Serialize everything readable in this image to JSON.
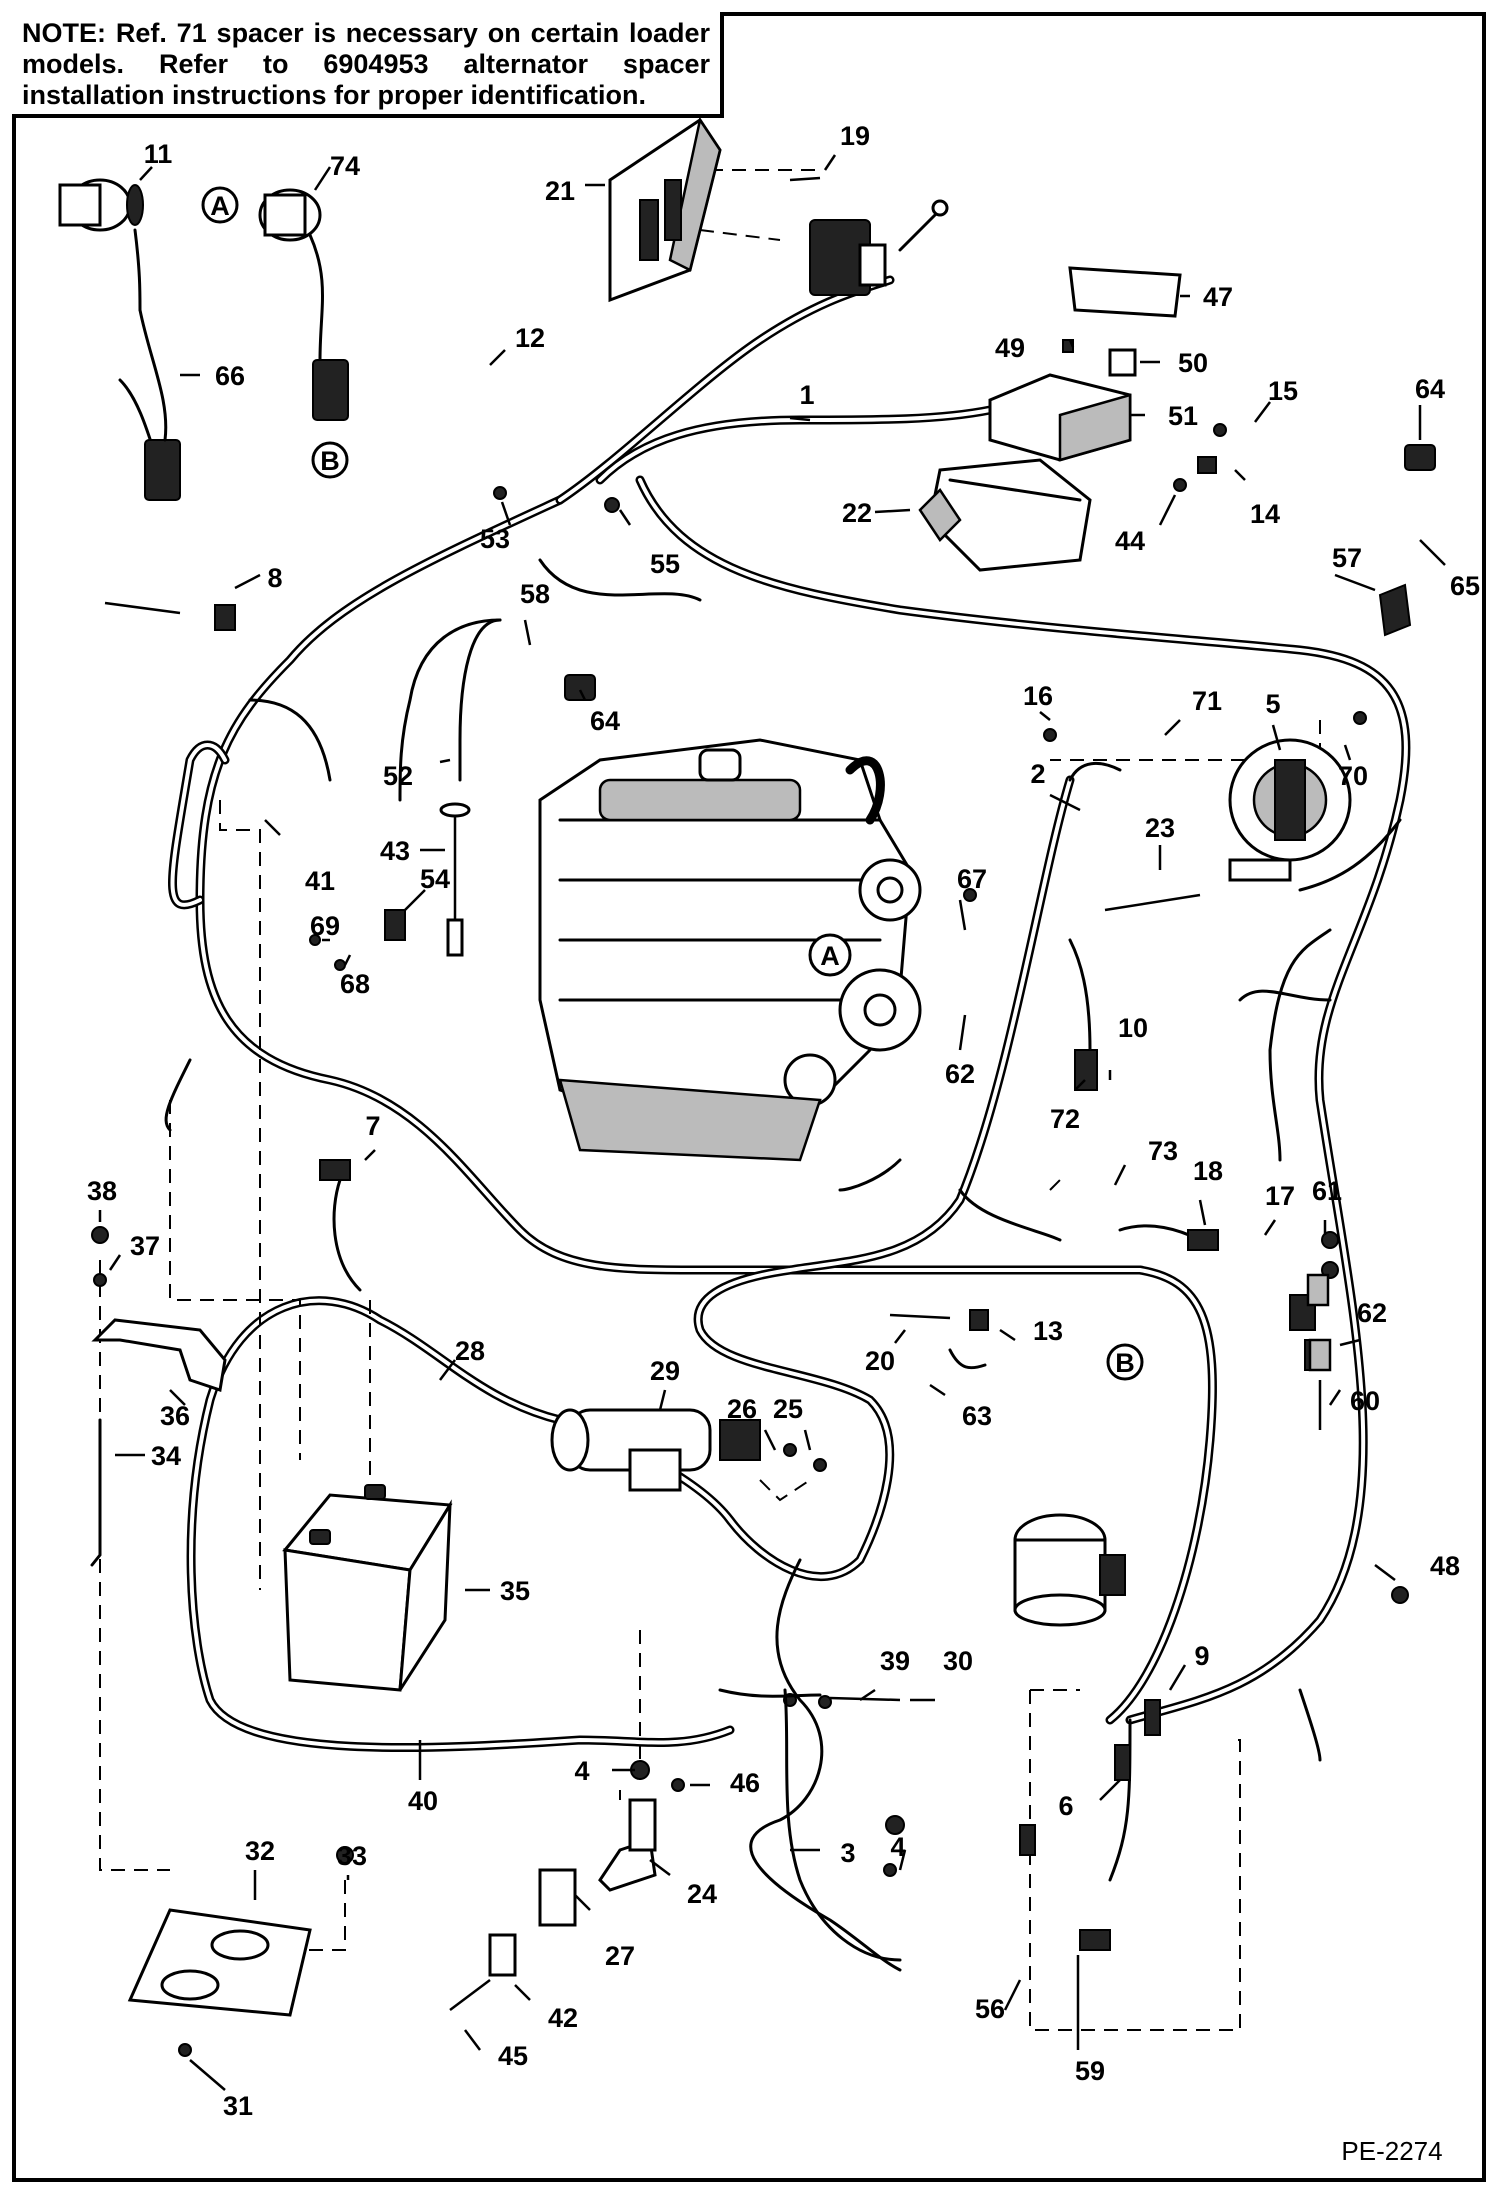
{
  "note": {
    "lines": [
      "NOTE: Ref. 71 spacer is necessary on certain loader",
      "models.  Refer  to  6904953  alternator  spacer",
      "installation instructions for proper identification."
    ]
  },
  "callouts": [
    "1",
    "2",
    "3",
    "4",
    "4",
    "5",
    "6",
    "7",
    "8",
    "9",
    "10",
    "11",
    "12",
    "13",
    "14",
    "15",
    "16",
    "17",
    "18",
    "19",
    "20",
    "21",
    "22",
    "23",
    "24",
    "25",
    "26",
    "27",
    "28",
    "29",
    "30",
    "31",
    "32",
    "33",
    "34",
    "35",
    "36",
    "37",
    "38",
    "39",
    "40",
    "41",
    "42",
    "43",
    "44",
    "45",
    "46",
    "47",
    "48",
    "49",
    "50",
    "51",
    "52",
    "53",
    "54",
    "55",
    "56",
    "57",
    "58",
    "59",
    "60",
    "61",
    "62",
    "62",
    "62",
    "63",
    "64",
    "64",
    "65",
    "66",
    "67",
    "68",
    "69",
    "70",
    "71",
    "72",
    "73",
    "74"
  ],
  "connectors": [
    "A",
    "A",
    "B",
    "B"
  ],
  "figure_code": "PE-2274"
}
